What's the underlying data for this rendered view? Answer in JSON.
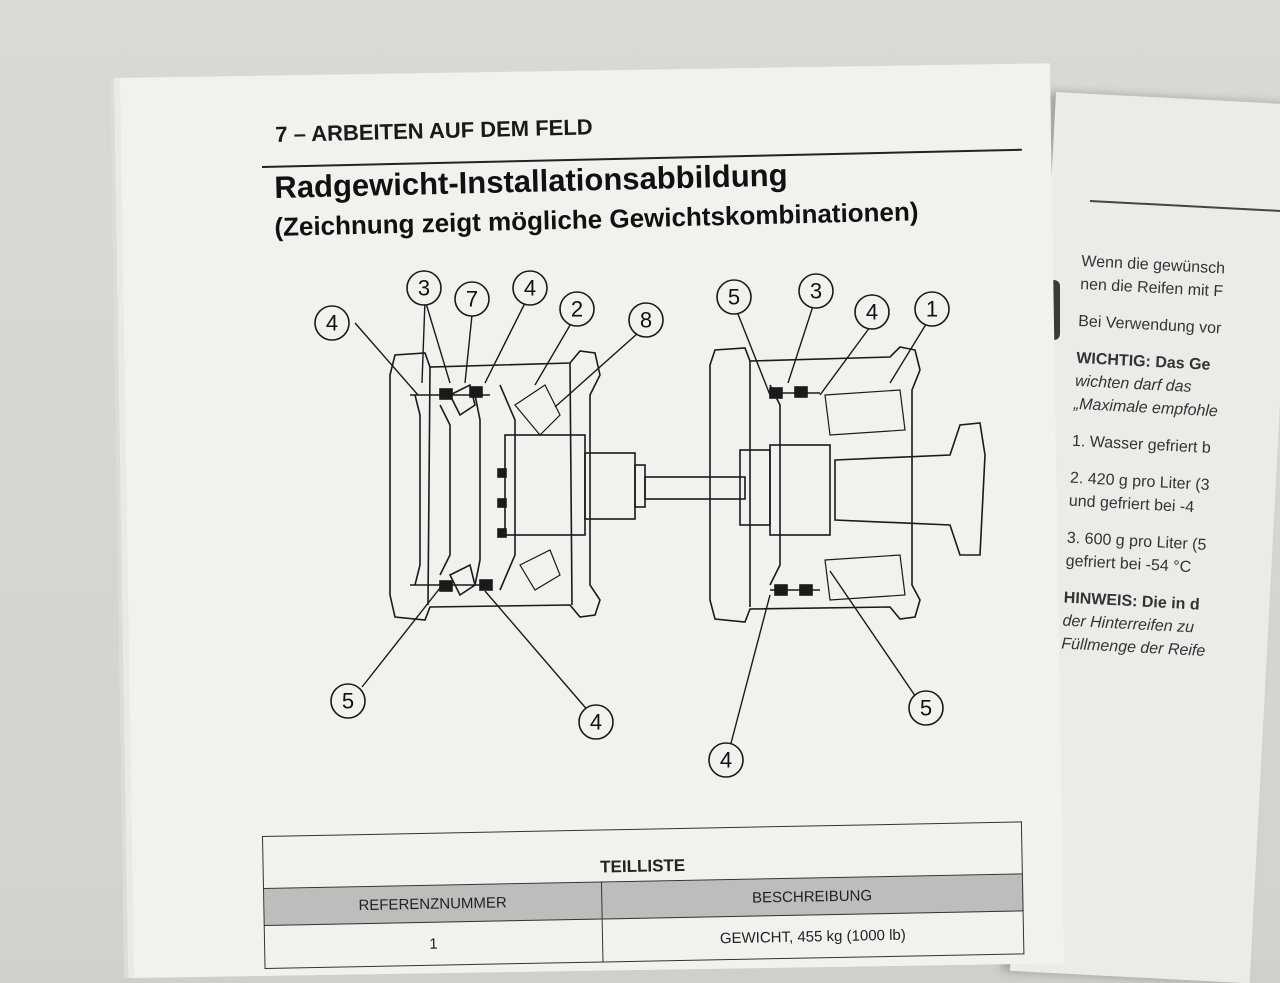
{
  "page": {
    "section_header": "7 – ARBEITEN AUF DEM FELD",
    "title": "Radgewicht-Installationsabbildung",
    "subtitle": "(Zeichnung zeigt mögliche Gewichtskombinationen)"
  },
  "diagram": {
    "left_callouts": [
      "4",
      "3",
      "7",
      "4",
      "2",
      "8",
      "5",
      "4"
    ],
    "right_callouts": [
      "5",
      "3",
      "4",
      "1",
      "4",
      "5"
    ]
  },
  "parts_table": {
    "title": "TEILLISTE",
    "headers": [
      "REFERENZNUMMER",
      "BESCHREIBUNG"
    ],
    "rows": [
      {
        "ref": "1",
        "desc": "GEWICHT, 455 kg (1000 lb)"
      }
    ]
  },
  "right_page": {
    "lines": [
      "Wenn die gewünsch",
      "nen die Reifen mit F",
      "Bei Verwendung vor",
      "WICHTIG: Das Ge",
      "wichten darf das",
      "„Maximale empfohle",
      "1. Wasser gefriert b",
      "2. 420 g pro Liter (3",
      "und gefriert bei -4",
      "3. 600 g pro Liter (5",
      "gefriert bei -54 °C",
      "HINWEIS: Die in d",
      "der Hinterreifen zu",
      "Füllmenge der Reife"
    ]
  }
}
